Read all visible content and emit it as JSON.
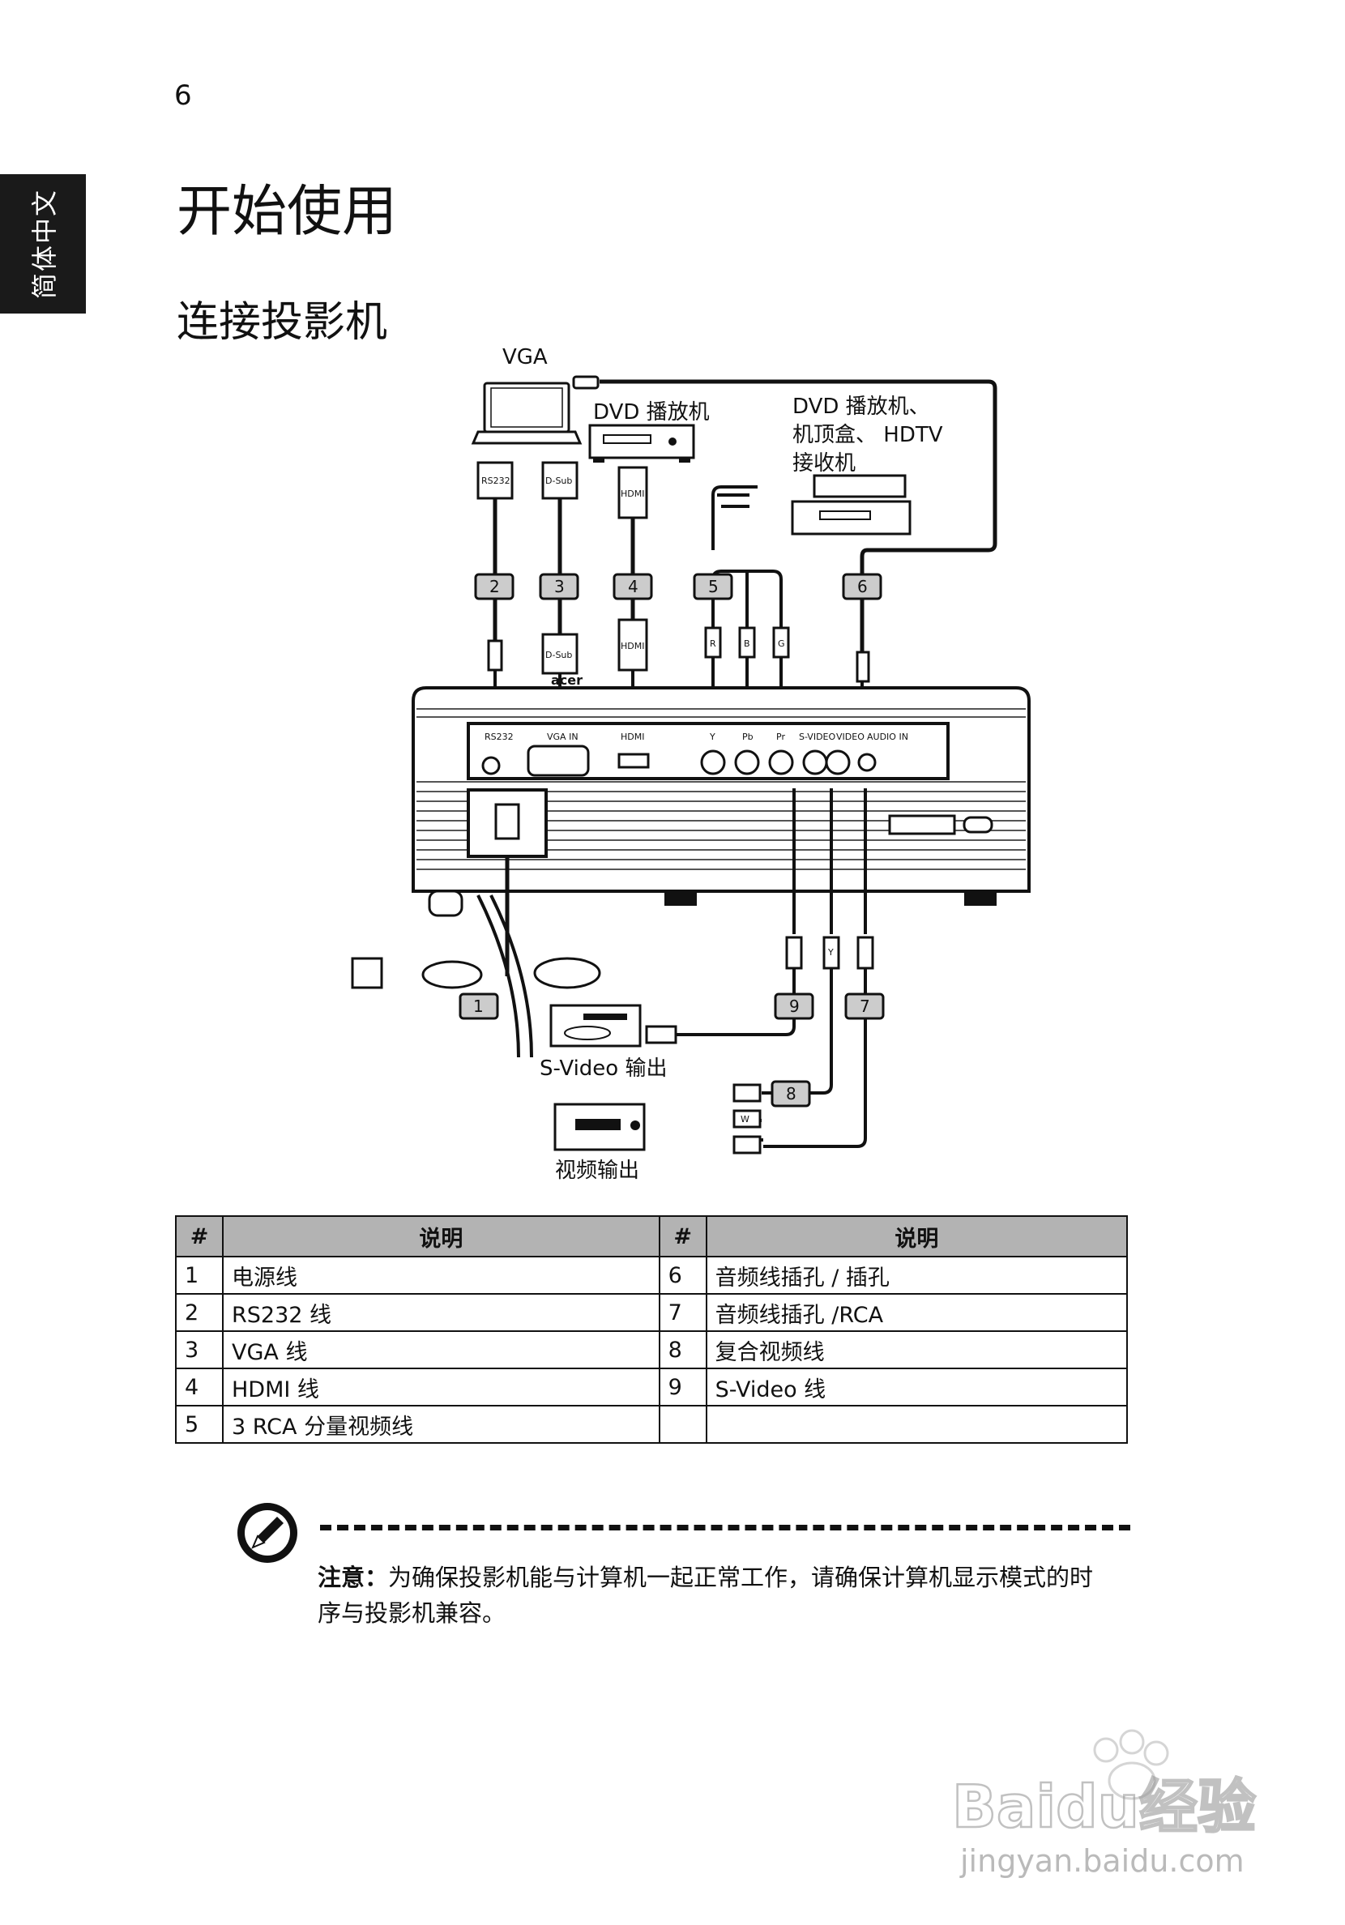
{
  "page": {
    "number": "6",
    "side_tab": "简体中文",
    "chapter_title": "开始使用",
    "section_title": "连接投影机"
  },
  "diagram": {
    "device_labels": {
      "vga": "VGA",
      "dvd_player": "DVD 播放机",
      "dvd_stb_hdtv": [
        "DVD 播放机、",
        "机顶盒、 HDTV",
        "接收机"
      ],
      "svideo_out": "S-Video 输出",
      "video_out": "视频输出"
    },
    "cable_tags": [
      "1",
      "2",
      "3",
      "4",
      "5",
      "6",
      "7",
      "8",
      "9"
    ],
    "connector_labels": {
      "rs232": "RS232",
      "dsub": "D-Sub",
      "hdmi": "HDMI",
      "rca_r": "R",
      "rca_b": "B",
      "rca_g": "G",
      "rca_w": "W",
      "rca_y": "Y"
    },
    "brand": "acer",
    "port_labels": [
      "RS232",
      "VGA IN",
      "HDMI",
      "Y",
      "Pb",
      "Pr",
      "S-VIDEO",
      "VIDEO",
      "AUDIO IN"
    ]
  },
  "table": {
    "headers": [
      "#",
      "说明",
      "#",
      "说明"
    ],
    "rows": [
      [
        "1",
        "电源线",
        "6",
        "音频线插孔 / 插孔"
      ],
      [
        "2",
        "RS232 线",
        "7",
        "音频线插孔 /RCA"
      ],
      [
        "3",
        "VGA 线",
        "8",
        "复合视频线"
      ],
      [
        "4",
        "HDMI 线",
        "9",
        "S-Video 线"
      ],
      [
        "5",
        "3 RCA 分量视频线",
        "",
        ""
      ]
    ]
  },
  "note": {
    "label": "注意：",
    "text": "为确保投影机能与计算机一起正常工作，请确保计算机显示模式的时序与投影机兼容。"
  },
  "watermark": {
    "brand": "Baidu经验",
    "url": "jingyan.baidu.com"
  }
}
